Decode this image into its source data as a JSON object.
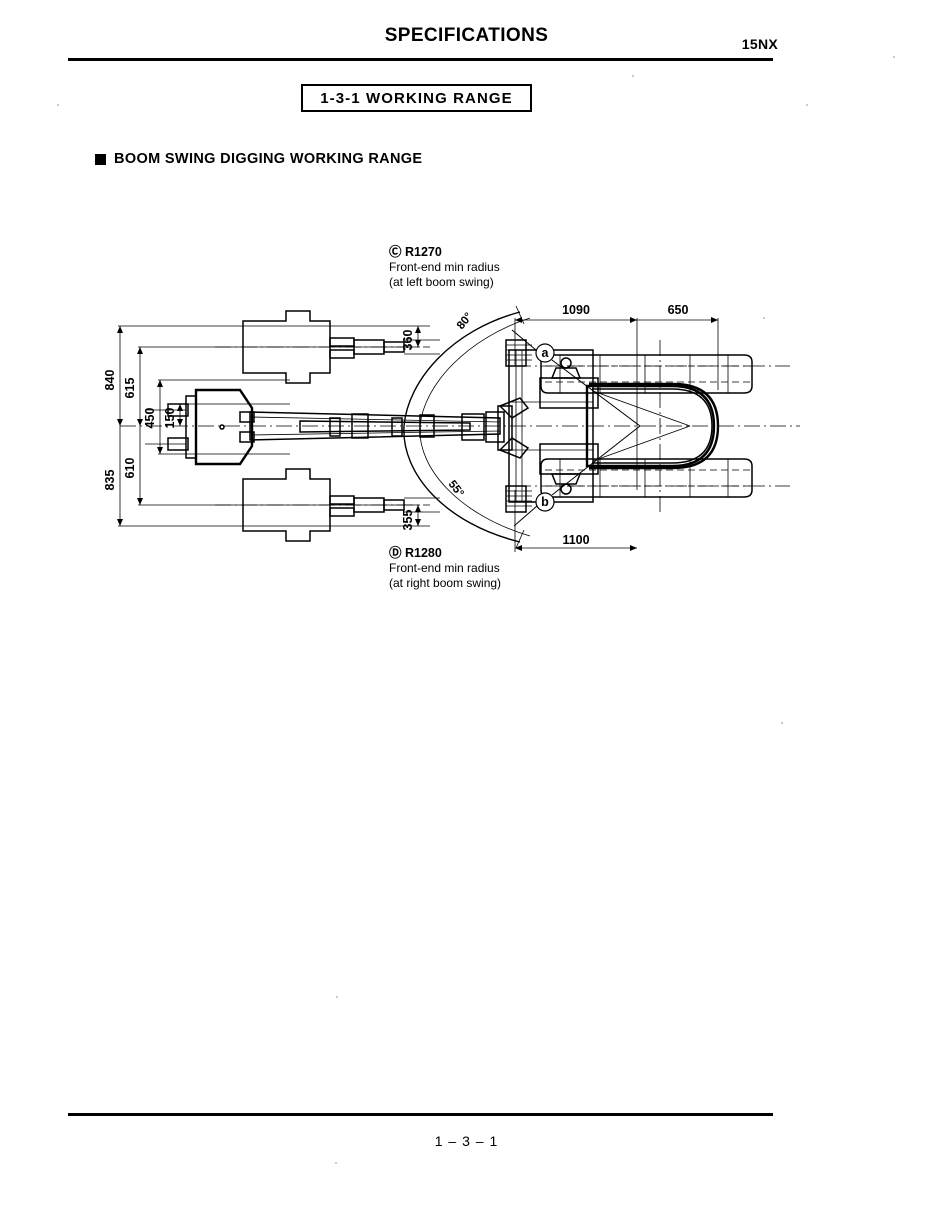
{
  "header": {
    "title": "SPECIFICATIONS",
    "model": "15NX"
  },
  "section": {
    "box_label": "1-3-1  WORKING RANGE",
    "subsection_label": "BOOM SWING DIGGING WORKING RANGE",
    "bullet_icon": "filled-square-icon"
  },
  "footer": {
    "page_number": "1 – 3 – 1"
  },
  "drawing": {
    "view": "top-view-plan",
    "callouts": [
      {
        "marker": "a",
        "radius": "R1270",
        "line1": "Front-end min radius",
        "line2": "(at left boom swing)"
      },
      {
        "marker": "b",
        "radius": "R1280",
        "line1": "Front-end min radius",
        "line2": "(at right boom swing)"
      }
    ],
    "angles": [
      {
        "label": "80°",
        "position": "upper-arc"
      },
      {
        "label": "55°",
        "position": "lower-arc"
      }
    ],
    "dimensions_left": [
      {
        "label": "840",
        "orientation": "vertical"
      },
      {
        "label": "615",
        "orientation": "vertical"
      },
      {
        "label": "450",
        "orientation": "vertical"
      },
      {
        "label": "150",
        "orientation": "vertical"
      },
      {
        "label": "610",
        "orientation": "vertical"
      },
      {
        "label": "835",
        "orientation": "vertical"
      }
    ],
    "dimensions_center": [
      {
        "label": "360",
        "orientation": "vertical"
      },
      {
        "label": "355",
        "orientation": "vertical"
      }
    ],
    "dimensions_top": [
      {
        "label": "1090",
        "orientation": "horizontal"
      },
      {
        "label": "650",
        "orientation": "horizontal"
      }
    ],
    "dimensions_bottom": [
      {
        "label": "1100",
        "orientation": "horizontal"
      }
    ]
  }
}
